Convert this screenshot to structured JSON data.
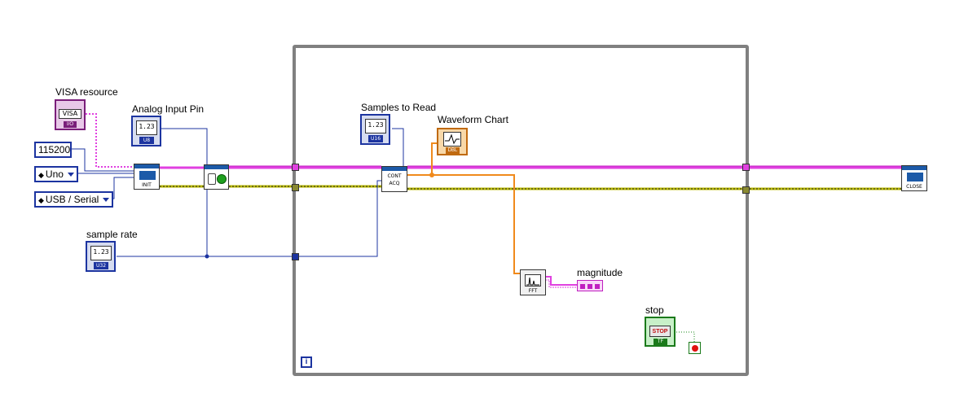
{
  "labels": {
    "visa_resource": "VISA resource",
    "analog_input_pin": "Analog Input Pin",
    "samples_to_read": "Samples to Read",
    "waveform_chart": "Waveform Chart",
    "sample_rate": "sample rate",
    "magnitude": "magnitude",
    "stop": "stop"
  },
  "constants": {
    "baud_rate": "115200",
    "board": "Uno",
    "connection": "USB / Serial"
  },
  "terminals": {
    "visa_text": "VISA",
    "visa_type": "I/O",
    "numeric_value": "1.23",
    "analog_pin_type": "U8",
    "samples_type": "U16",
    "sample_rate_type": "U32",
    "chart_type": "DBL",
    "stop_text": "STOP",
    "stop_type": "TF"
  },
  "subvis": {
    "init": "INIT",
    "cont_acq_1": "CONT",
    "cont_acq_2": "ACQ",
    "close": "CLOSE",
    "fft": "FFT"
  },
  "loop": {
    "iteration": "i"
  },
  "colors": {
    "visa_wire": "#e040e0",
    "error_wire": "#b8b800",
    "numeric_wire": "#1c34a0",
    "dbl_wire": "#f08a1c",
    "loop_border": "#808080"
  }
}
